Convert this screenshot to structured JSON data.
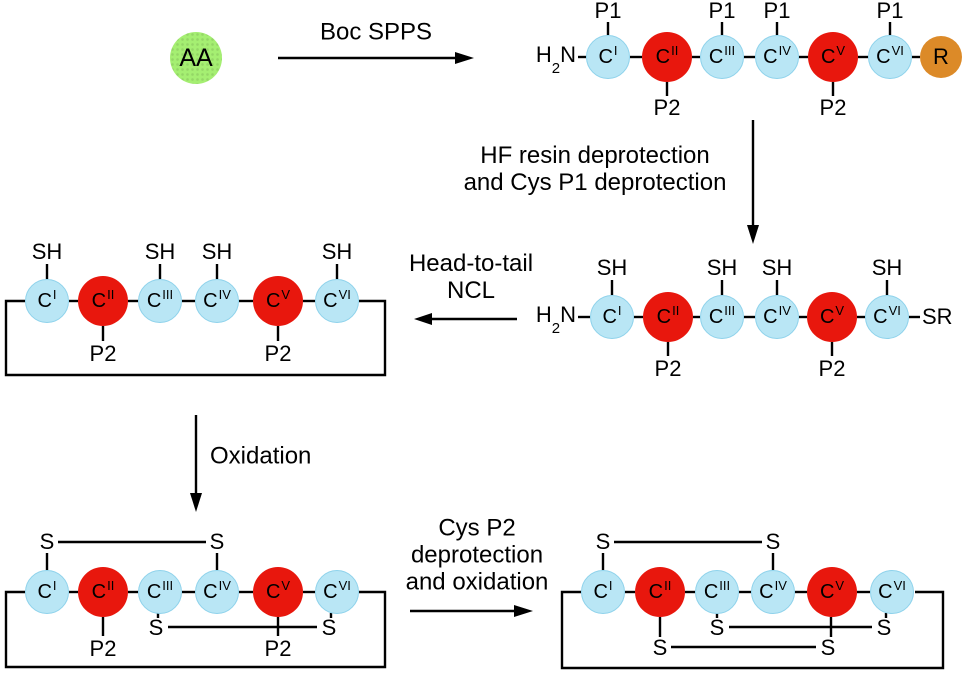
{
  "figure": {
    "start": {
      "label": "AA"
    },
    "arrows": {
      "boc": {
        "label": "Boc SPPS"
      },
      "hf": {
        "line1": "HF resin deprotection",
        "line2": "and Cys P1 deprotection"
      },
      "ncl": {
        "line1": "Head-to-tail",
        "line2": "NCL"
      },
      "oxidation": {
        "label": "Oxidation"
      },
      "cysp2": {
        "line1": "Cys P2",
        "line2": "deprotection",
        "line3": "and oxidation"
      }
    },
    "symbols": {
      "c": "C",
      "h": "H",
      "two": "2",
      "n": "N",
      "r": "R",
      "sr": "SR",
      "sh": "SH",
      "s": "S",
      "p1": "P1",
      "p2": "P2"
    },
    "numerals": {
      "c1": "I",
      "c2": "II",
      "c3": "III",
      "c4": "IV",
      "c5": "V",
      "c6": "VI"
    },
    "colors": {
      "cys_free": "#b9e6f5",
      "cys_protected": "#e8170d",
      "amino_acid": "#a5ef72",
      "resin": "#dc8a28"
    }
  }
}
